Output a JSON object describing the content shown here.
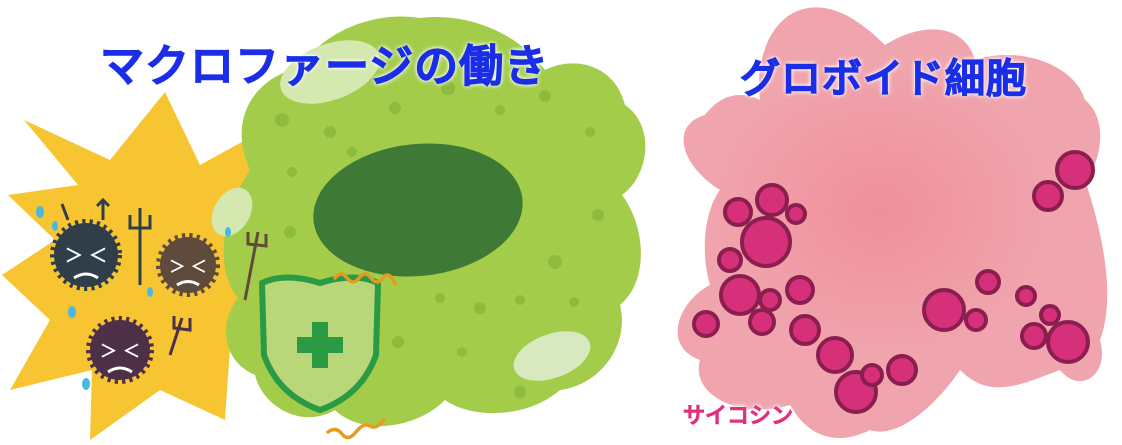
{
  "left_panel": {
    "title": "マクロファージの働き"
  },
  "right_panel": {
    "title": "グロボイド細胞",
    "label": "サイコシン"
  },
  "colors": {
    "title": "#1a2ee8",
    "label": "#e0307e",
    "macrophage_body": "#a3cc4a",
    "macrophage_nucleus": "#3e7a35",
    "shield": "#2a9a44",
    "burst": "#f7c531",
    "globoid_body": "#f0a4ad",
    "vesicle": "#d6307a"
  }
}
